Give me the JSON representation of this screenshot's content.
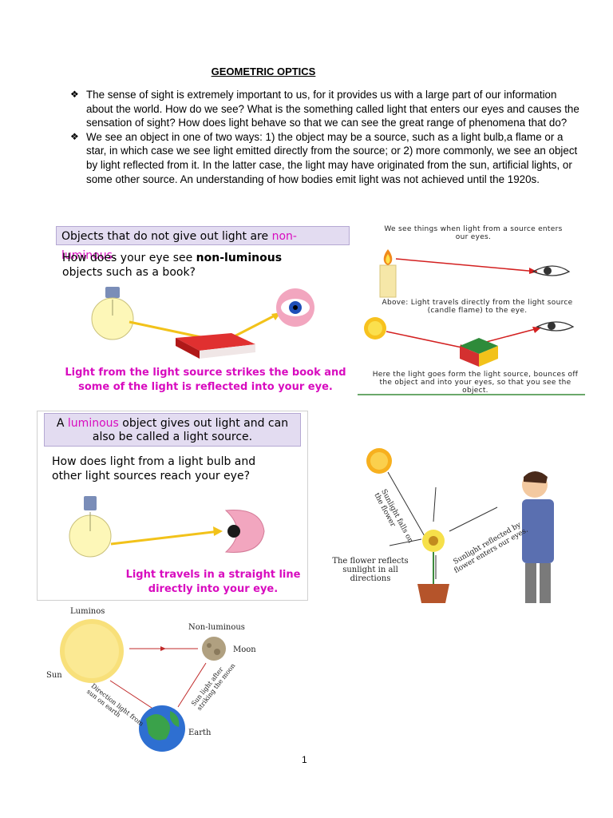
{
  "document": {
    "title": "GEOMETRIC OPTICS",
    "paragraphs": [
      "The sense of sight is extremely important to us, for it provides us with a large part of our information about the world. How do we see? What is the something called light that enters our eyes and causes the sensation of sight? How does light behave so that we can see the great range of phenomena that do?",
      "We see an object in one of two ways: 1) the object may be a source, such as a light bulb,a flame or a star, in which case we see light emitted directly from the source; or 2) more commonly,  we see an object by light reflected from it. In the latter case, the light may have originated from the sun, artificial lights, or some other source. An understanding of how bodies emit light was not achieved until the 1920s."
    ],
    "bullet_glyph": "❖",
    "page_number": "1"
  },
  "fig_nonluminous": {
    "banner_prefix": "Objects that do not give out light are ",
    "banner_highlight": "non-luminous",
    "banner_suffix": ".",
    "question_prefix": "How does your eye see ",
    "question_bold": "non-luminous",
    "question_suffix": " objects such as a book?",
    "caption": "Light from the light source strikes the book and some of the light is reflected into your eye."
  },
  "fig_candle": {
    "top_text": "We see things when light from a source enters our eyes.",
    "middle_text": "Above: Light travels directly from the light source (candle flame) to the eye.",
    "bottom_text": "Here the light goes form the light source, bounces off the object and into your eyes, so that you see the object."
  },
  "fig_luminous": {
    "banner_prefix": "A ",
    "banner_highlight": "luminous",
    "banner_suffix": " object gives out light and can also be called a light source.",
    "question": "How does light from a light bulb and other light sources reach your eye?",
    "caption": "Light travels in a straight line directly into your eye."
  },
  "fig_flower": {
    "sunlight_falls": "Sunlight falls on the flower",
    "reflected": "Sunlight reflected by flower enters our eyes.",
    "flower_reflects": "The flower reflects sunlight in all directions"
  },
  "fig_moon": {
    "luminous": "Luminos",
    "sun": "Sun",
    "non_luminous": "Non-luminous",
    "moon": "Moon",
    "earth": "Earth",
    "direction_label": "Direction light from sun on earth",
    "after_label": "Sun light after striking the moon"
  },
  "colors": {
    "banner_bg": "#e3dcf1",
    "highlight": "#d80bbf",
    "ray_red": "#d32020",
    "ray_yellow": "#f2c21a"
  }
}
